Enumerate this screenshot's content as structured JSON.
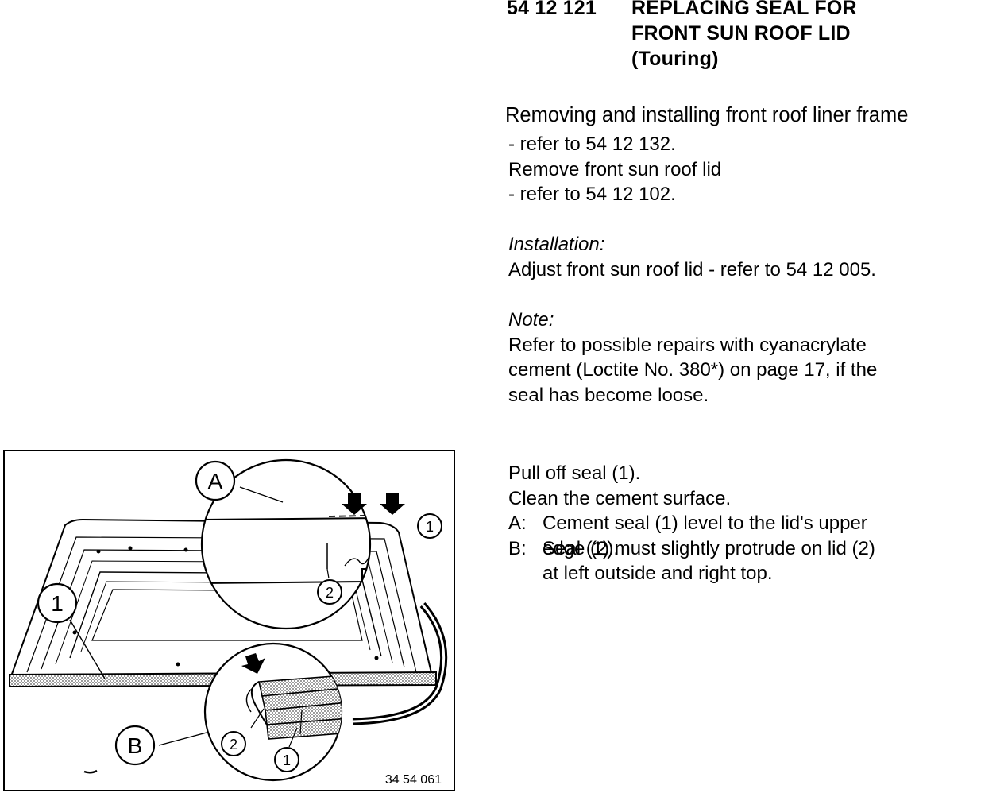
{
  "heading": {
    "code": "54 12 121",
    "title_lines": [
      "REPLACING SEAL FOR",
      "FRONT SUN ROOF LID",
      "(Touring)"
    ]
  },
  "intro": {
    "lead": "Removing and installing front roof liner frame",
    "lines": [
      "- refer to 54 12 132.",
      "Remove front sun roof lid",
      "- refer to 54 12 102."
    ]
  },
  "installation": {
    "label": "Installation:",
    "text": "Adjust front sun roof lid - refer to 54 12 005."
  },
  "note": {
    "label": "Note:",
    "lines": [
      "Refer to possible repairs with cyanacrylate",
      "cement (Loctite No. 380*) on page 17, if the",
      "seal has become loose."
    ]
  },
  "procedure": {
    "lines": [
      "Pull off seal (1).",
      "Clean the cement surface."
    ],
    "steps": [
      {
        "label": "A:",
        "lines": [
          "Cement seal (1) level to the lid's upper",
          "edge (2)."
        ]
      },
      {
        "label": "B:",
        "lines": [
          "Seal (1) must slightly protrude on lid (2)",
          "at left outside and right top."
        ]
      }
    ]
  },
  "figure": {
    "callouts": {
      "A": "A",
      "B": "B",
      "one": "1",
      "two": "2"
    },
    "code": "34 54 061"
  },
  "colors": {
    "ink": "#000000",
    "paper": "#ffffff",
    "seal_fill": "#bdbdbd"
  }
}
